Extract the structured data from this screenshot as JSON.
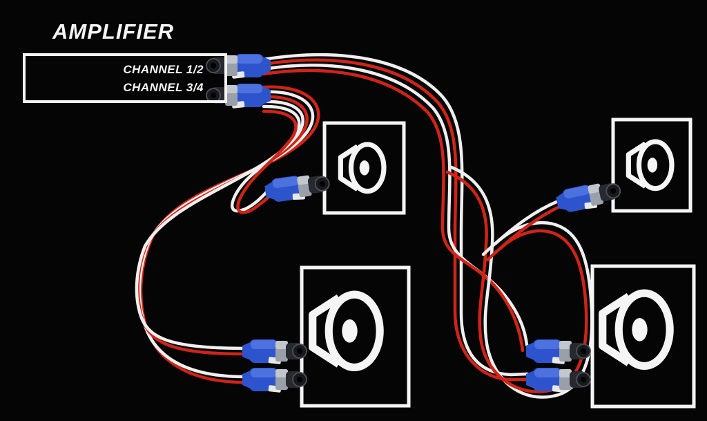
{
  "diagram": {
    "title": "Amplifier to speaker wiring diagram",
    "amplifier": {
      "title": "AMPLIFIER",
      "channels": [
        {
          "label": "CHANNEL 1/2"
        },
        {
          "label": "CHANNEL 3/4"
        }
      ],
      "output_connector_count": 2
    },
    "speakers": [
      {
        "position": "upper-left",
        "size": "small",
        "connectors": 1
      },
      {
        "position": "lower-left",
        "size": "large",
        "connectors": 2
      },
      {
        "position": "upper-right",
        "size": "small",
        "connectors": 1
      },
      {
        "position": "lower-right",
        "size": "large",
        "connectors": 2
      }
    ],
    "cables": {
      "description": "red and white speaker cable pairs",
      "pair_colors": [
        "red",
        "white"
      ]
    },
    "icons": [
      "speaker-icon",
      "speakon-connector-icon"
    ],
    "colors": {
      "background": "#050505",
      "label-white": "#f5f5f5",
      "cable-red": "#cf2418",
      "cable-white": "#efefef",
      "plug-blue": "#2d54cc",
      "plug-blue-light": "#5377e2",
      "plug-grey": "#99a0aa",
      "plug-dark": "#26292f"
    }
  }
}
